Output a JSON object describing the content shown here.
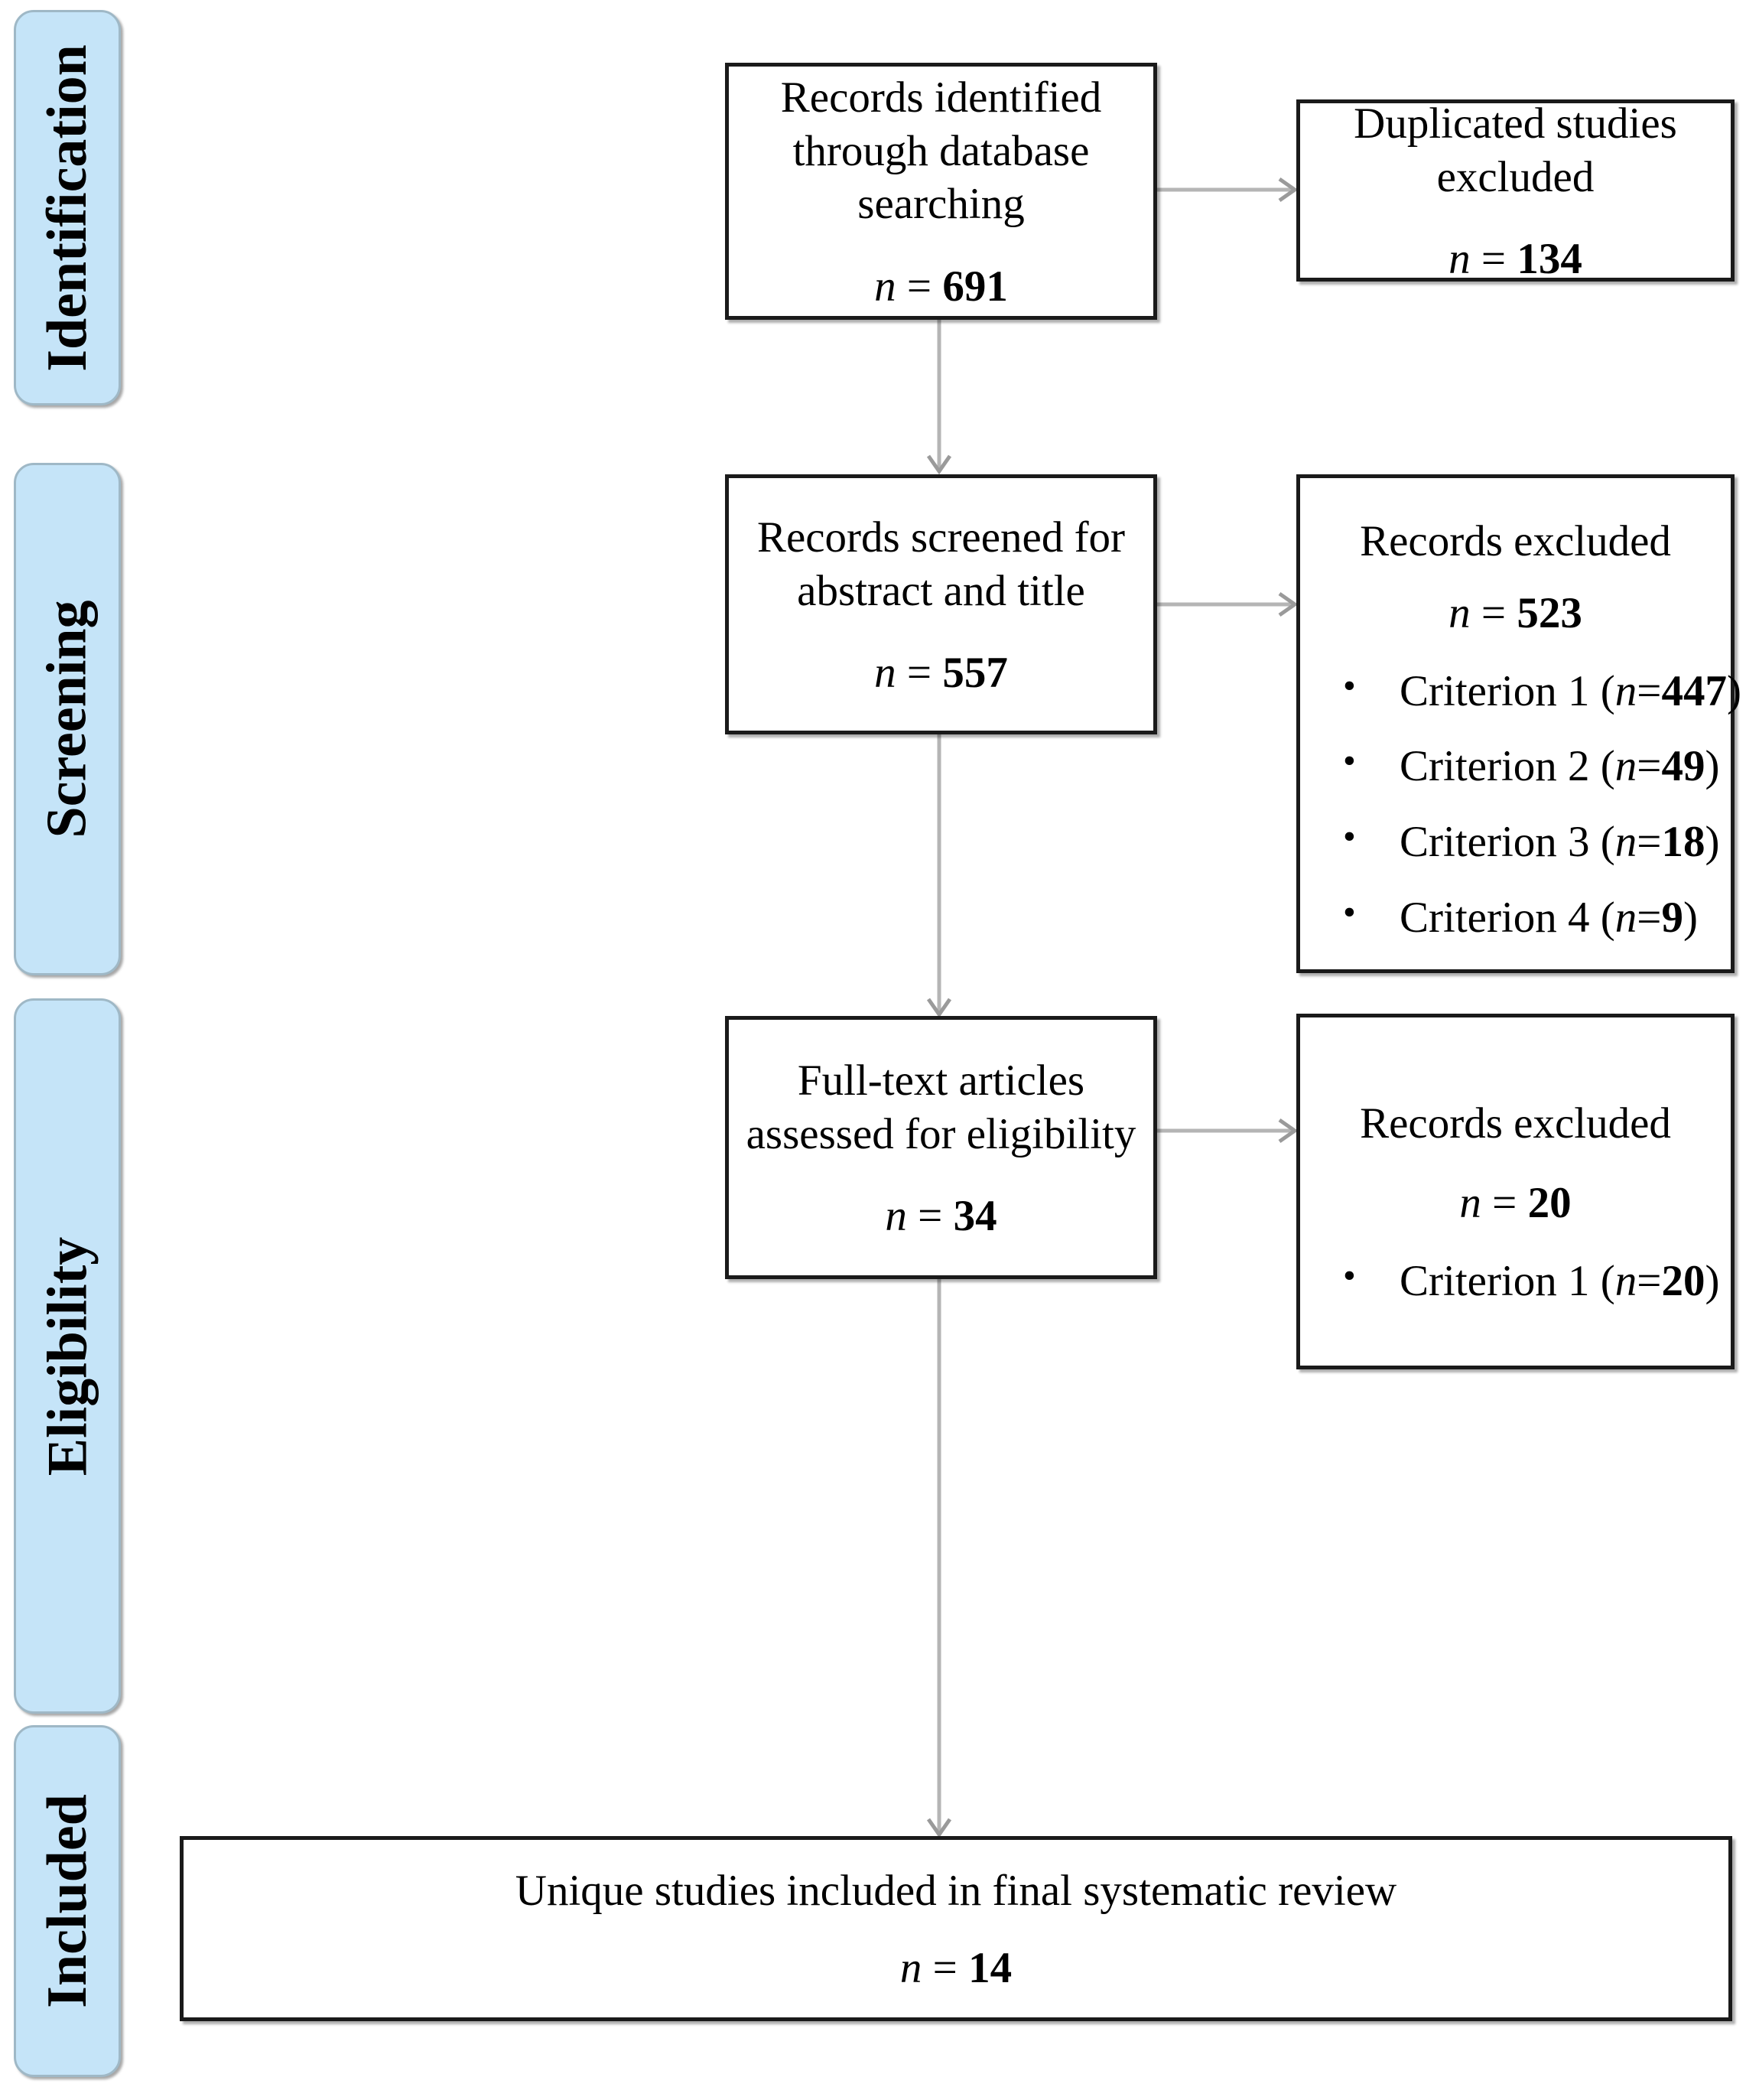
{
  "diagram": {
    "title": "PRISMA flow diagram of study selection",
    "accent_blue": "#c5e4f8",
    "border_color": "#1a1a1a",
    "arrow_color": "#b0b0b0"
  },
  "stages": [
    {
      "label": "Identification"
    },
    {
      "label": "Screening"
    },
    {
      "label": "Eligibility"
    },
    {
      "label": "Included"
    }
  ],
  "boxes": {
    "identified": {
      "line1": "Records identified",
      "line2": "through database",
      "line3": "searching",
      "n_symbol": "n",
      "eq": " = ",
      "n_value": "691"
    },
    "duplicates": {
      "line1": "Duplicated studies",
      "line2": "excluded",
      "n_symbol": "n",
      "eq": " = ",
      "n_value": "134"
    },
    "screened": {
      "line1": "Records screened for",
      "line2": "abstract and title",
      "n_symbol": "n",
      "eq": " = ",
      "n_value": "557"
    },
    "excluded_screening": {
      "heading": "Records excluded",
      "n_symbol": "n",
      "eq": " = ",
      "n_value": "523",
      "criteria": [
        {
          "label": "Criterion 1 (",
          "n_symbol": "n",
          "eq": "=",
          "n_value": "447",
          "close": ")"
        },
        {
          "label": "Criterion 2 (",
          "n_symbol": "n",
          "eq": "=",
          "n_value": "49",
          "close": ")"
        },
        {
          "label": "Criterion 3 (",
          "n_symbol": "n",
          "eq": "=",
          "n_value": "18",
          "close": ")"
        },
        {
          "label": "Criterion 4 (",
          "n_symbol": "n",
          "eq": "=",
          "n_value": "9",
          "close": ")"
        }
      ]
    },
    "fulltext": {
      "line1": "Full-text articles",
      "line2": "assessed for eligibility",
      "n_symbol": "n",
      "eq": " = ",
      "n_value": "34"
    },
    "excluded_eligibility": {
      "heading": "Records excluded",
      "n_symbol": "n",
      "eq": " = ",
      "n_value": "20",
      "criteria": [
        {
          "label": "Criterion 1 (",
          "n_symbol": "n",
          "eq": "=",
          "n_value": "20",
          "close": ")"
        }
      ]
    },
    "included": {
      "line1": "Unique studies included in final systematic review",
      "n_symbol": "n",
      "eq": " = ",
      "n_value": "14"
    }
  }
}
